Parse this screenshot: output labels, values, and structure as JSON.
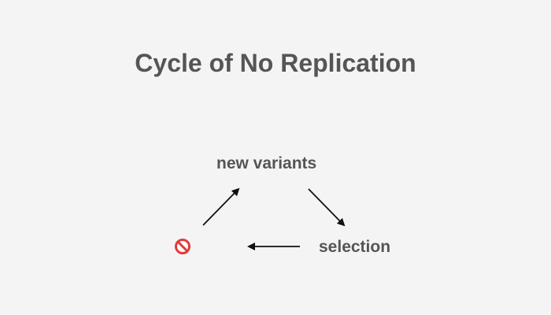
{
  "title": "Cycle of No Replication",
  "nodes": {
    "new_variants": "new variants",
    "selection": "selection",
    "no_replication_icon": "prohibited-icon"
  },
  "colors": {
    "background": "#f4f4f4",
    "text": "#555555",
    "arrow": "#111111",
    "prohibited": "#e23b3b"
  }
}
